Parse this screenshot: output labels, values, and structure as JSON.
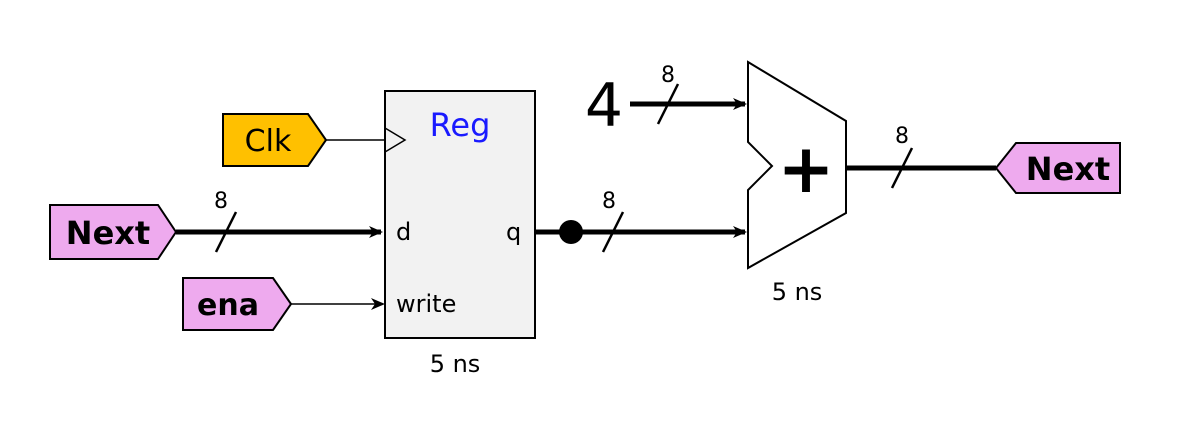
{
  "diagram": {
    "colors": {
      "clk_fill": "#ffc000",
      "signal_fill": "#eeaaee",
      "box_fill": "#f2f2f2",
      "reg_title": "#1a1aff",
      "stroke": "#000000"
    },
    "signals": {
      "clk": "Clk",
      "next_in": "Next",
      "ena": "ena",
      "next_out": "Next"
    },
    "register": {
      "title": "Reg",
      "port_d": "d",
      "port_q": "q",
      "port_write": "write",
      "delay": "5 ns"
    },
    "adder": {
      "symbol": "+",
      "constant": "4",
      "delay": "5 ns"
    },
    "bus_widths": {
      "next_to_d": "8",
      "q_to_adder": "8",
      "const_to_adder": "8",
      "adder_out": "8"
    }
  }
}
